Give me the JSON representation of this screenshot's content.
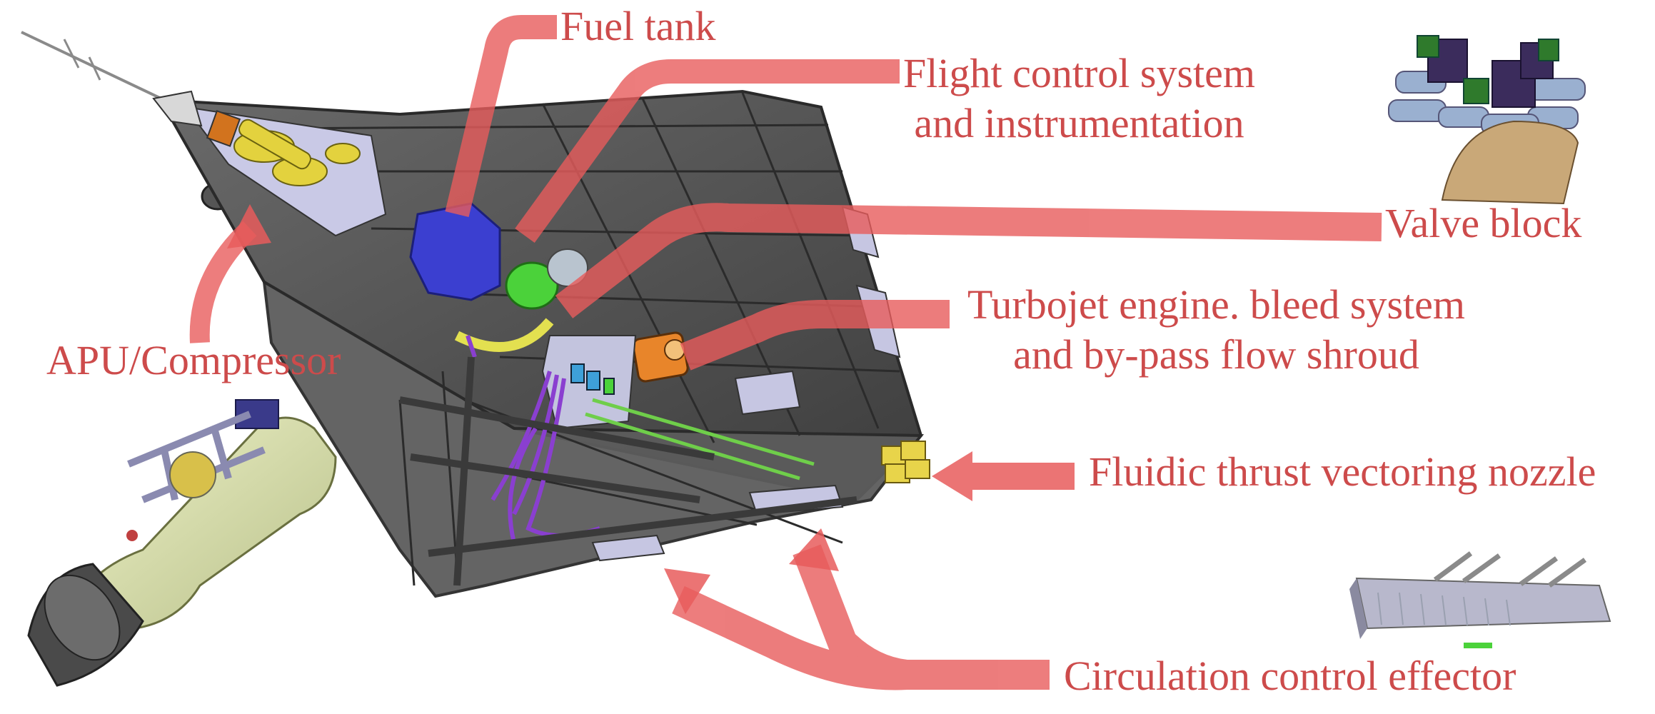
{
  "labels": {
    "fuel_tank": "Fuel tank",
    "flight_control_line1": "Flight control system",
    "flight_control_line2": "and instrumentation",
    "valve_block": "Valve block",
    "turbojet_line1": "Turbojet engine. bleed system",
    "turbojet_line2": "and by-pass flow shroud",
    "apu_compressor": "APU/Compressor",
    "fluidic_nozzle": "Fluidic thrust vectoring nozzle",
    "circulation_effector": "Circulation control effector"
  },
  "colors": {
    "label_text": "#cd4b4b",
    "leader_arrow": "#e85c5c",
    "airframe": "#4f4f4f",
    "structure_dark": "#2e2e2e",
    "fuel_tank": "#3b3fd0",
    "engine_green": "#4bd23a",
    "turbojet_orange": "#e8852a",
    "nozzle_yellow": "#e8d44a",
    "wiring_purple": "#8a3fd0",
    "apu_body": "#d8e0a8",
    "valve_metal": "#9ab0d0"
  },
  "icons": [
    "uav-cutaway",
    "valve-block-illustration",
    "apu-compressor-illustration",
    "circulation-effector-illustration"
  ]
}
